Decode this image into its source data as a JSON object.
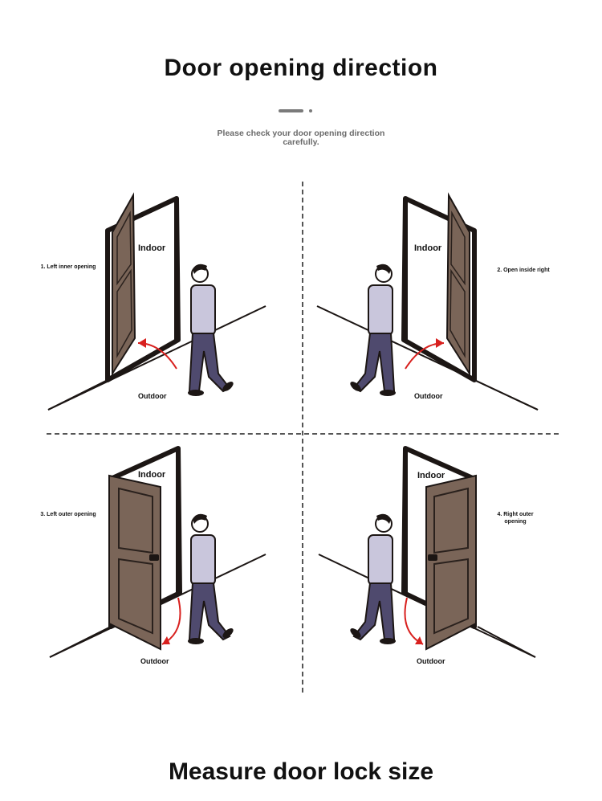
{
  "header": {
    "title": "Door opening direction",
    "subtitle": "Please check your door opening direction carefully."
  },
  "panels": [
    {
      "caption": "1. Left inner opening",
      "indoor": "Indoor",
      "outdoor": "Outdoor",
      "hinge": "left",
      "swing": "inside"
    },
    {
      "caption": "2. Open inside right",
      "indoor": "Indoor",
      "outdoor": "Outdoor",
      "hinge": "right",
      "swing": "inside"
    },
    {
      "caption": "3. Left outer opening",
      "indoor": "Indoor",
      "outdoor": "Outdoor",
      "hinge": "left",
      "swing": "outside"
    },
    {
      "caption": "4. Right outer opening",
      "indoor": "Indoor",
      "outdoor": "Outdoor",
      "hinge": "right",
      "swing": "outside"
    }
  ],
  "footer": {
    "title": "Measure door lock size"
  },
  "colors": {
    "door": "#7a6558",
    "frame": "#1c1614",
    "arrow": "#d8201e",
    "shirt": "#c9c6dc",
    "pants": "#4f4a6e"
  }
}
